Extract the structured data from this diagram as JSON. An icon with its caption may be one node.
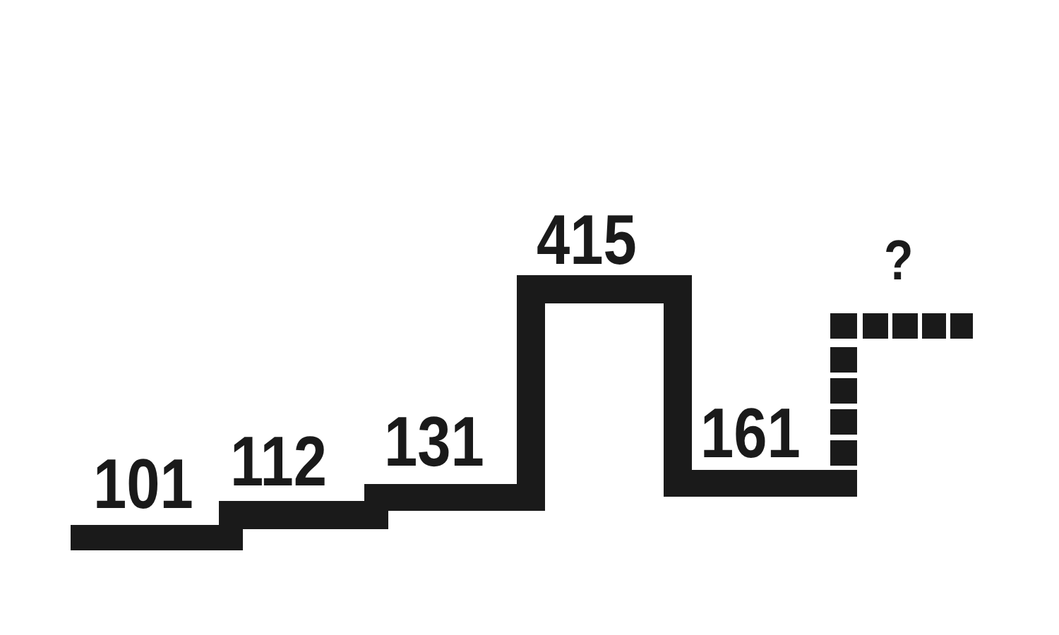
{
  "diagram": {
    "labels": [
      "101",
      "112",
      "131",
      "415",
      "161",
      "?"
    ]
  }
}
